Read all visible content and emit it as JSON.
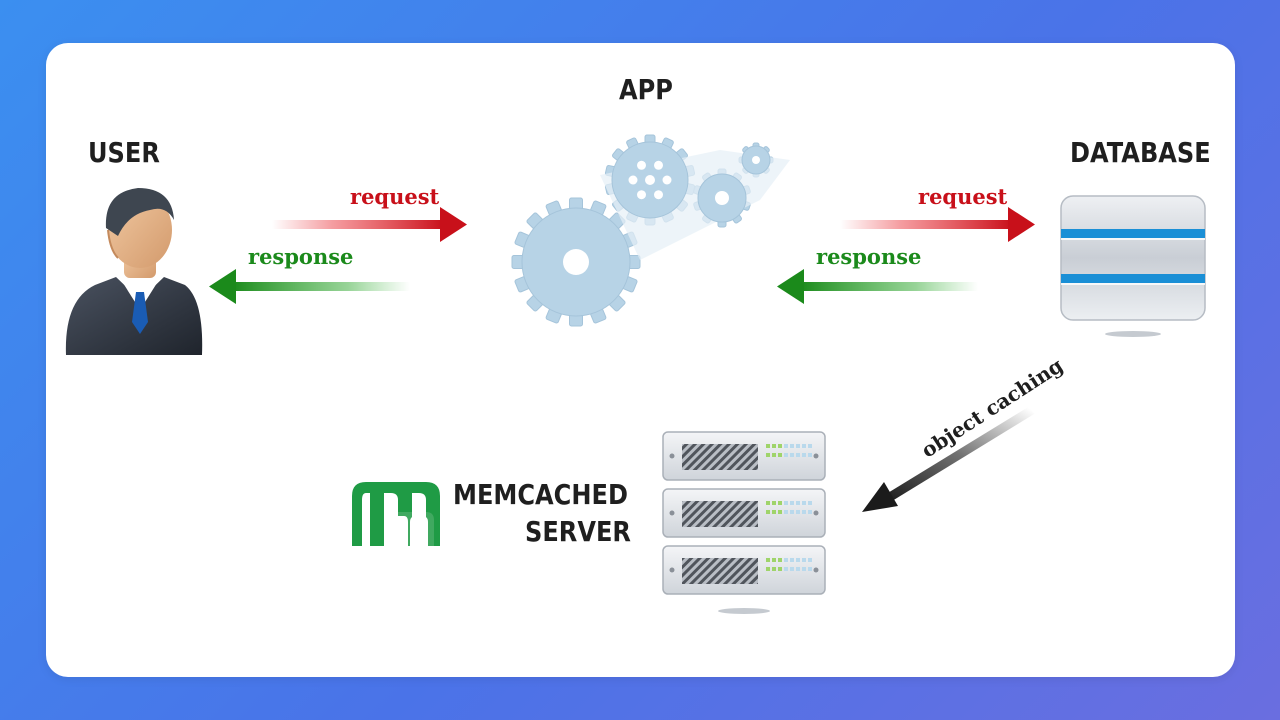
{
  "nodes": {
    "user": "USER",
    "app": "APP",
    "database": "DATABASE",
    "memcached_line1": "MEMCACHED",
    "memcached_line2": "SERVER"
  },
  "arrows": {
    "user_request": "request",
    "user_response": "response",
    "db_request": "request",
    "db_response": "response",
    "cache": "object caching"
  },
  "colors": {
    "background": "#3b8ff0",
    "request": "#c8101a",
    "response": "#1b8a1b",
    "gear": "#b7d3e6",
    "db_band": "#1a8fd6",
    "memcached_logo": "#1f9b45"
  },
  "icons": [
    "user-avatar-icon",
    "gears-icon",
    "database-icon",
    "memcached-logo-icon",
    "server-rack-icon"
  ]
}
